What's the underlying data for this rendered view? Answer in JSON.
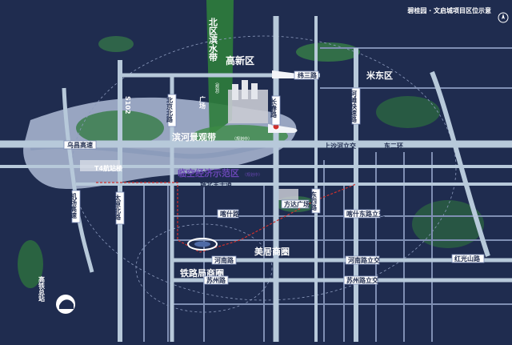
{
  "legend": {
    "title": "碧桂园 · 文启城项目区位示意",
    "text": ""
  },
  "zones": {
    "gaoxin": "高新区",
    "midong": "米东区",
    "beiqu": "北区滨水带",
    "beiqu_sub": "（规划）",
    "binhe": "滨河景观带",
    "binhe_sub": "（规划中）",
    "linkong": "临空经济示范区",
    "linkong_sub": "（规划中）",
    "meiju": "美居商圈",
    "tielu": "铁路局商圈"
  },
  "roads": {
    "s102": "S102",
    "wuchang": "乌昌高速",
    "hunan": "河南路",
    "suzhou": "苏州路",
    "beijing_n": "北京北路",
    "taiyuan_n": "太原北路",
    "jichang_hs": "机场高速",
    "guangda": "广场",
    "changsheng": "长春路",
    "dongsi": "东四路",
    "weisan": "纬三路",
    "dongerhuan": "东二环",
    "hebei_ks": "河滩快速路",
    "shangsha": "上沙河立交",
    "chengbei": "城北主干道",
    "kashi": "喀什路",
    "kashi_ld": "喀什东路立交",
    "henan_ld": "河南路立交",
    "suzhou_ld": "苏州路立交",
    "honglu": "红光山路",
    "fangda": "方达广场",
    "t4": "T4航站楼",
    "gaotie": "高铁总站"
  },
  "colors": {
    "background": "#1f2c4f",
    "major_road": "#b7c9da",
    "minor_road": "#7f8fb3",
    "river": "#9aa9c4",
    "accent": "#d0312d"
  },
  "icons": [
    "compass-icon",
    "train-icon",
    "stadium-icon",
    "project-pin-icon"
  ]
}
